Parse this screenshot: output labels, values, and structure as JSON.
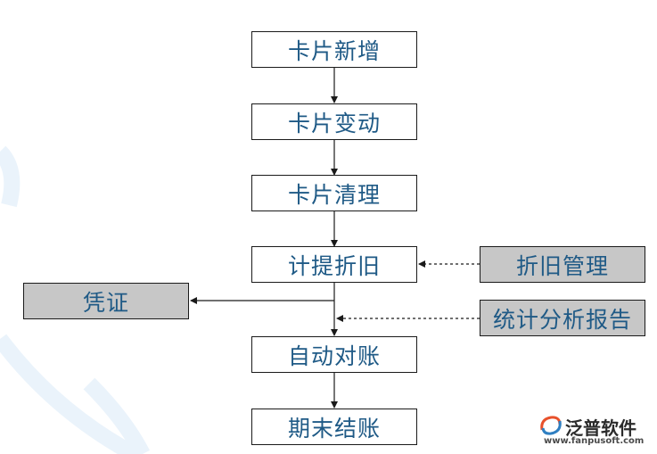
{
  "flow": {
    "steps": [
      "卡片新增",
      "卡片变动",
      "卡片清理",
      "计提折旧",
      "自动对账",
      "期末结账"
    ],
    "side_inputs": [
      "折旧管理",
      "统计分析报告"
    ],
    "side_output": "凭证"
  },
  "brand": {
    "logo_text": "泛普软件",
    "logo_url": "www.fanpusoft.com",
    "logo_colors": [
      "#e8512b",
      "#2f7fc1"
    ]
  },
  "colors": {
    "text": "#1f5a86",
    "grey_box": "#c7c7c7",
    "border": "#1a1a1a"
  }
}
